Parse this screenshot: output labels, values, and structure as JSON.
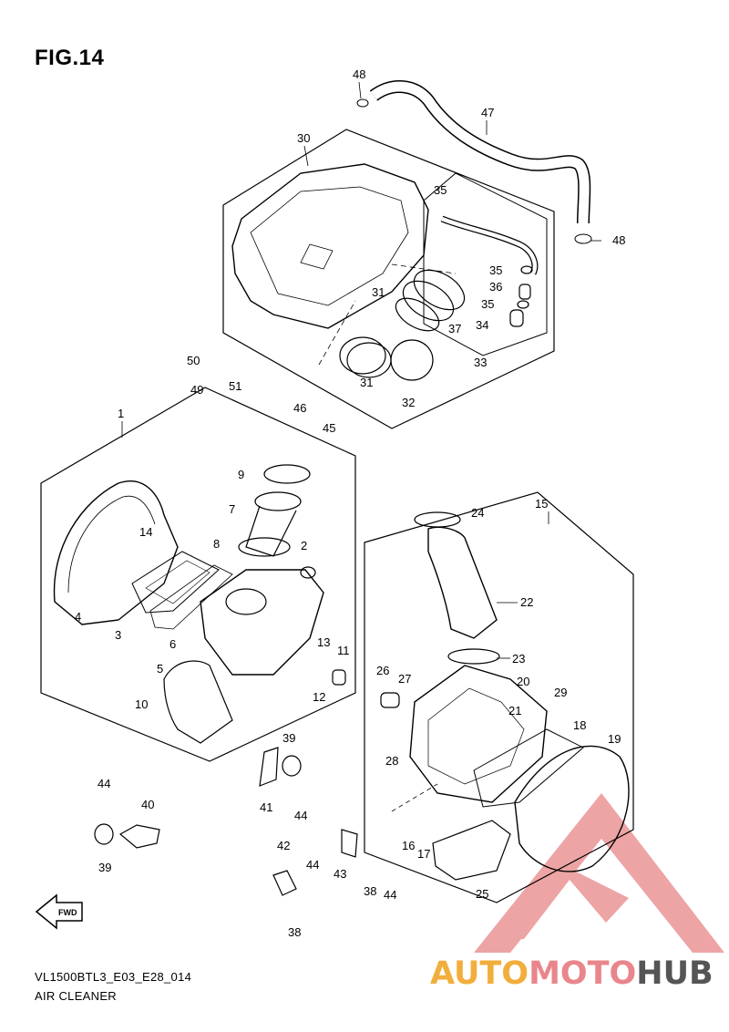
{
  "figure": {
    "title": "FIG.14"
  },
  "footer": {
    "code": "VL1500BTL3_E03_E28_014",
    "name": "AIR CLEANER"
  },
  "fwd_label": "FWD",
  "watermark": {
    "part_a": "AUTO",
    "part_b": "MOTO",
    "part_c": "HUB",
    "colors": {
      "auto": "#f2ae3c",
      "moto": "#e8868c",
      "hub": "#555555",
      "triangle": "#e05a5a"
    }
  },
  "callouts": [
    "48",
    "47",
    "30",
    "35",
    "48",
    "35",
    "36",
    "35",
    "34",
    "33",
    "31",
    "37",
    "31",
    "32",
    "50",
    "49",
    "51",
    "1",
    "46",
    "45",
    "9",
    "7",
    "14",
    "8",
    "2",
    "4",
    "3",
    "6",
    "5",
    "13",
    "11",
    "12",
    "10",
    "15",
    "24",
    "22",
    "23",
    "26",
    "27",
    "20",
    "21",
    "29",
    "18",
    "19",
    "28",
    "16",
    "17",
    "25",
    "39",
    "41",
    "44",
    "44",
    "40",
    "39",
    "42",
    "44",
    "43",
    "38",
    "44",
    "38"
  ]
}
